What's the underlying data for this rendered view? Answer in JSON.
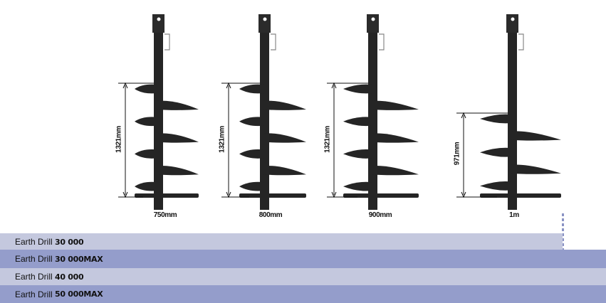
{
  "augers": [
    {
      "diameter": "750mm",
      "length": "1321mm"
    },
    {
      "diameter": "800mm",
      "length": "1321mm"
    },
    {
      "diameter": "900mm",
      "length": "1321mm"
    },
    {
      "diameter": "1m",
      "length": "971mm"
    }
  ],
  "models": [
    {
      "prefix": "Earth Drill ",
      "name": "30 000"
    },
    {
      "prefix": "Earth Drill ",
      "name": "30 000MAX"
    },
    {
      "prefix": "Earth Drill ",
      "name": "40 000"
    },
    {
      "prefix": "Earth Drill ",
      "name": "50 000MAX"
    }
  ],
  "colors": {
    "light": "#c4c8de",
    "dark": "#949dcb",
    "steel": "#252525"
  }
}
